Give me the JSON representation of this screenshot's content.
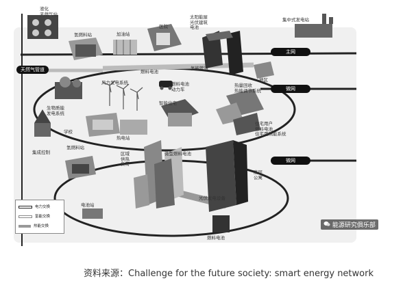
{
  "labels": {
    "lng_tank": "液化\n天然气站",
    "h2_station_top": "氢燃料站",
    "gas_station": "加油站",
    "hospital": "医院",
    "solar_building": "太阳能屋\n光伏建筑\n电池",
    "central_power": "集中式发电站",
    "lng_pipeline": "天然气管道",
    "fuel_cell_top": "燃料电池",
    "hydrogen_pipe": "氢能管道",
    "district": "地区",
    "wind_power": "风力发电系统",
    "fuel_cell_car": "燃料电池\n动力车",
    "biomass": "生物质能\n发电系统",
    "heat_pump": "热量回收\n热能调节系统",
    "school": "学校",
    "smart_home": "智能住宅",
    "home_fuel_cell": "住宅用户\n燃料电池\n住宅用热能系统",
    "cogeneration": "热电站",
    "control_center": "集成控制",
    "h2_station_bottom": "氢燃料站",
    "zone_heat": "区域\n供热\n负荷",
    "fuel_cell_mid": "微型燃料电池",
    "apartment": "高层\n公寓",
    "solar_device": "光伏发电设备",
    "battery_station": "电池站",
    "fuel_cell_bottom": "燃料电池"
  },
  "tags": {
    "main_grid": "主网",
    "micro_grid_1": "微网",
    "micro_grid_2": "微网"
  },
  "legend": {
    "power": "电力交换",
    "hydrogen": "氢能交换",
    "heat": "热能交换"
  },
  "watermark": "能源研究俱乐部",
  "caption": "资料来源：Challenge for the future society: smart energy network"
}
